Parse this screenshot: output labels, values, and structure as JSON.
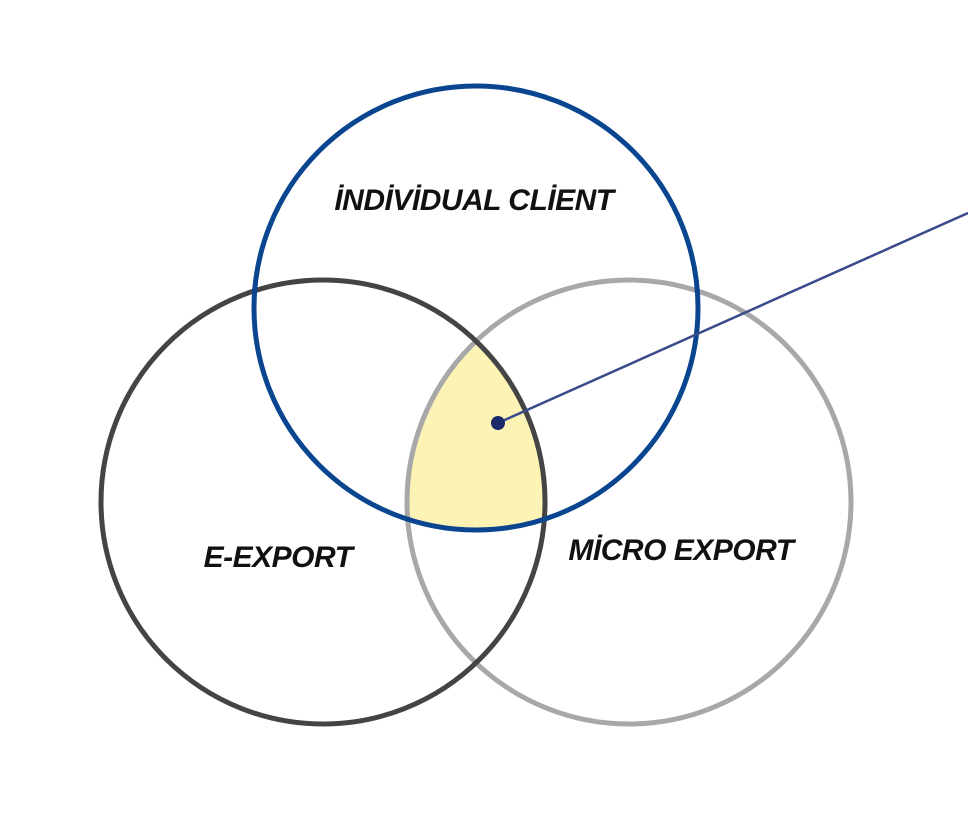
{
  "diagram": {
    "type": "venn",
    "sets": [
      {
        "id": "individual",
        "label": "İNDİVİDUAL CLİENT",
        "stroke": "#0a4690"
      },
      {
        "id": "eexport",
        "label": "E-EXPORT",
        "stroke": "#444444"
      },
      {
        "id": "micro",
        "label": "MİCRO EXPORT",
        "stroke": "#a8a8a8"
      }
    ],
    "highlight": {
      "region": "individual ∩ e-export ∩ micro-export",
      "fill": "#fdf3b4"
    },
    "pointer": {
      "color": "#3a4a8a",
      "dot_color": "#1a2a6a"
    }
  }
}
